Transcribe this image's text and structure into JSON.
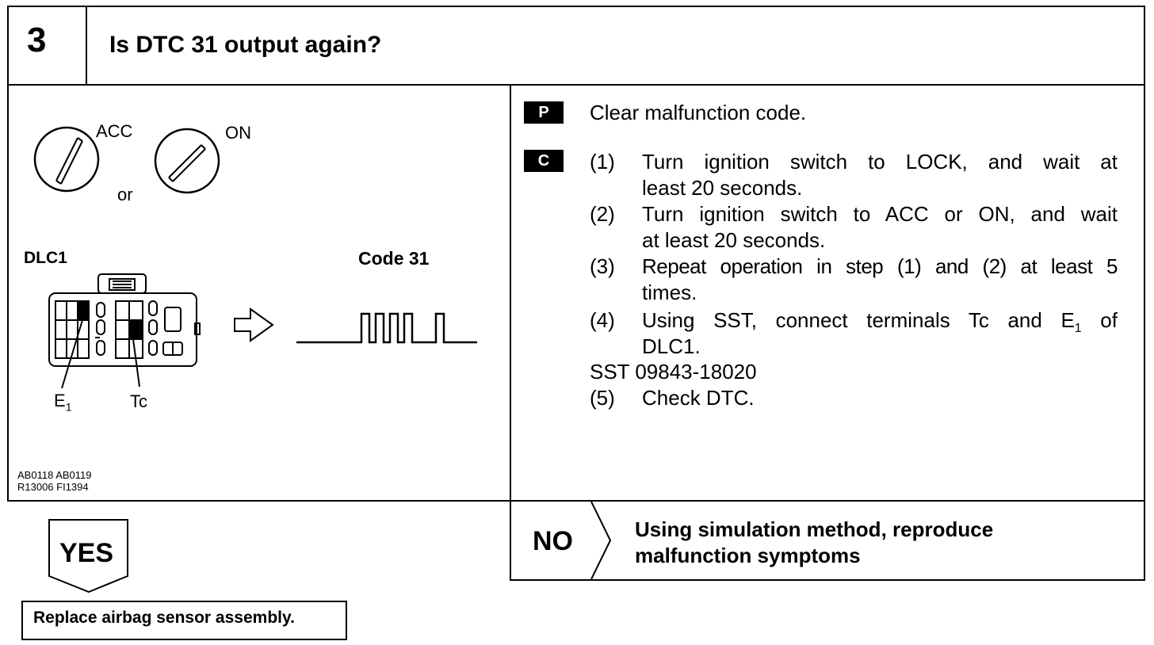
{
  "header": {
    "step_number": "3",
    "question": "Is DTC 31 output again?"
  },
  "figure": {
    "key_acc_label": "ACC",
    "key_on_label": "ON",
    "or_label": "or",
    "connector_label": "DLC1",
    "terminal_e1": "E",
    "terminal_e1_sub": "1",
    "terminal_tc": "Tc",
    "code_label": "Code 31",
    "ref_line1": "AB0118 AB0119",
    "ref_line2": "R13006 FI1394"
  },
  "procedure": {
    "p_badge": "P",
    "p_text": "Clear malfunction code.",
    "c_badge": "C",
    "steps": [
      {
        "num": "(1)",
        "line1": "Turn ignition switch to LOCK, and wait at",
        "line2": "least 20 seconds."
      },
      {
        "num": "(2)",
        "line1": "Turn ignition switch to ACC or ON, and wait",
        "line2": "at least 20 seconds."
      },
      {
        "num": "(3)",
        "line1": "Repeat operation in step (1) and (2) at least 5",
        "line2": "times."
      },
      {
        "num": "(4)",
        "line1_a": "Using SST, connect terminals Tc and E",
        "line1_sub": "1",
        "line1_b": " of",
        "line2": "DLC1."
      },
      {
        "num": "(5)",
        "line1": "Check DTC."
      }
    ],
    "sst_line": "SST 09843-18020"
  },
  "no_branch": {
    "label": "NO",
    "line1": "Using simulation method, reproduce",
    "line2": "malfunction symptoms"
  },
  "yes_branch": {
    "label": "YES",
    "action": "Replace airbag sensor assembly."
  }
}
